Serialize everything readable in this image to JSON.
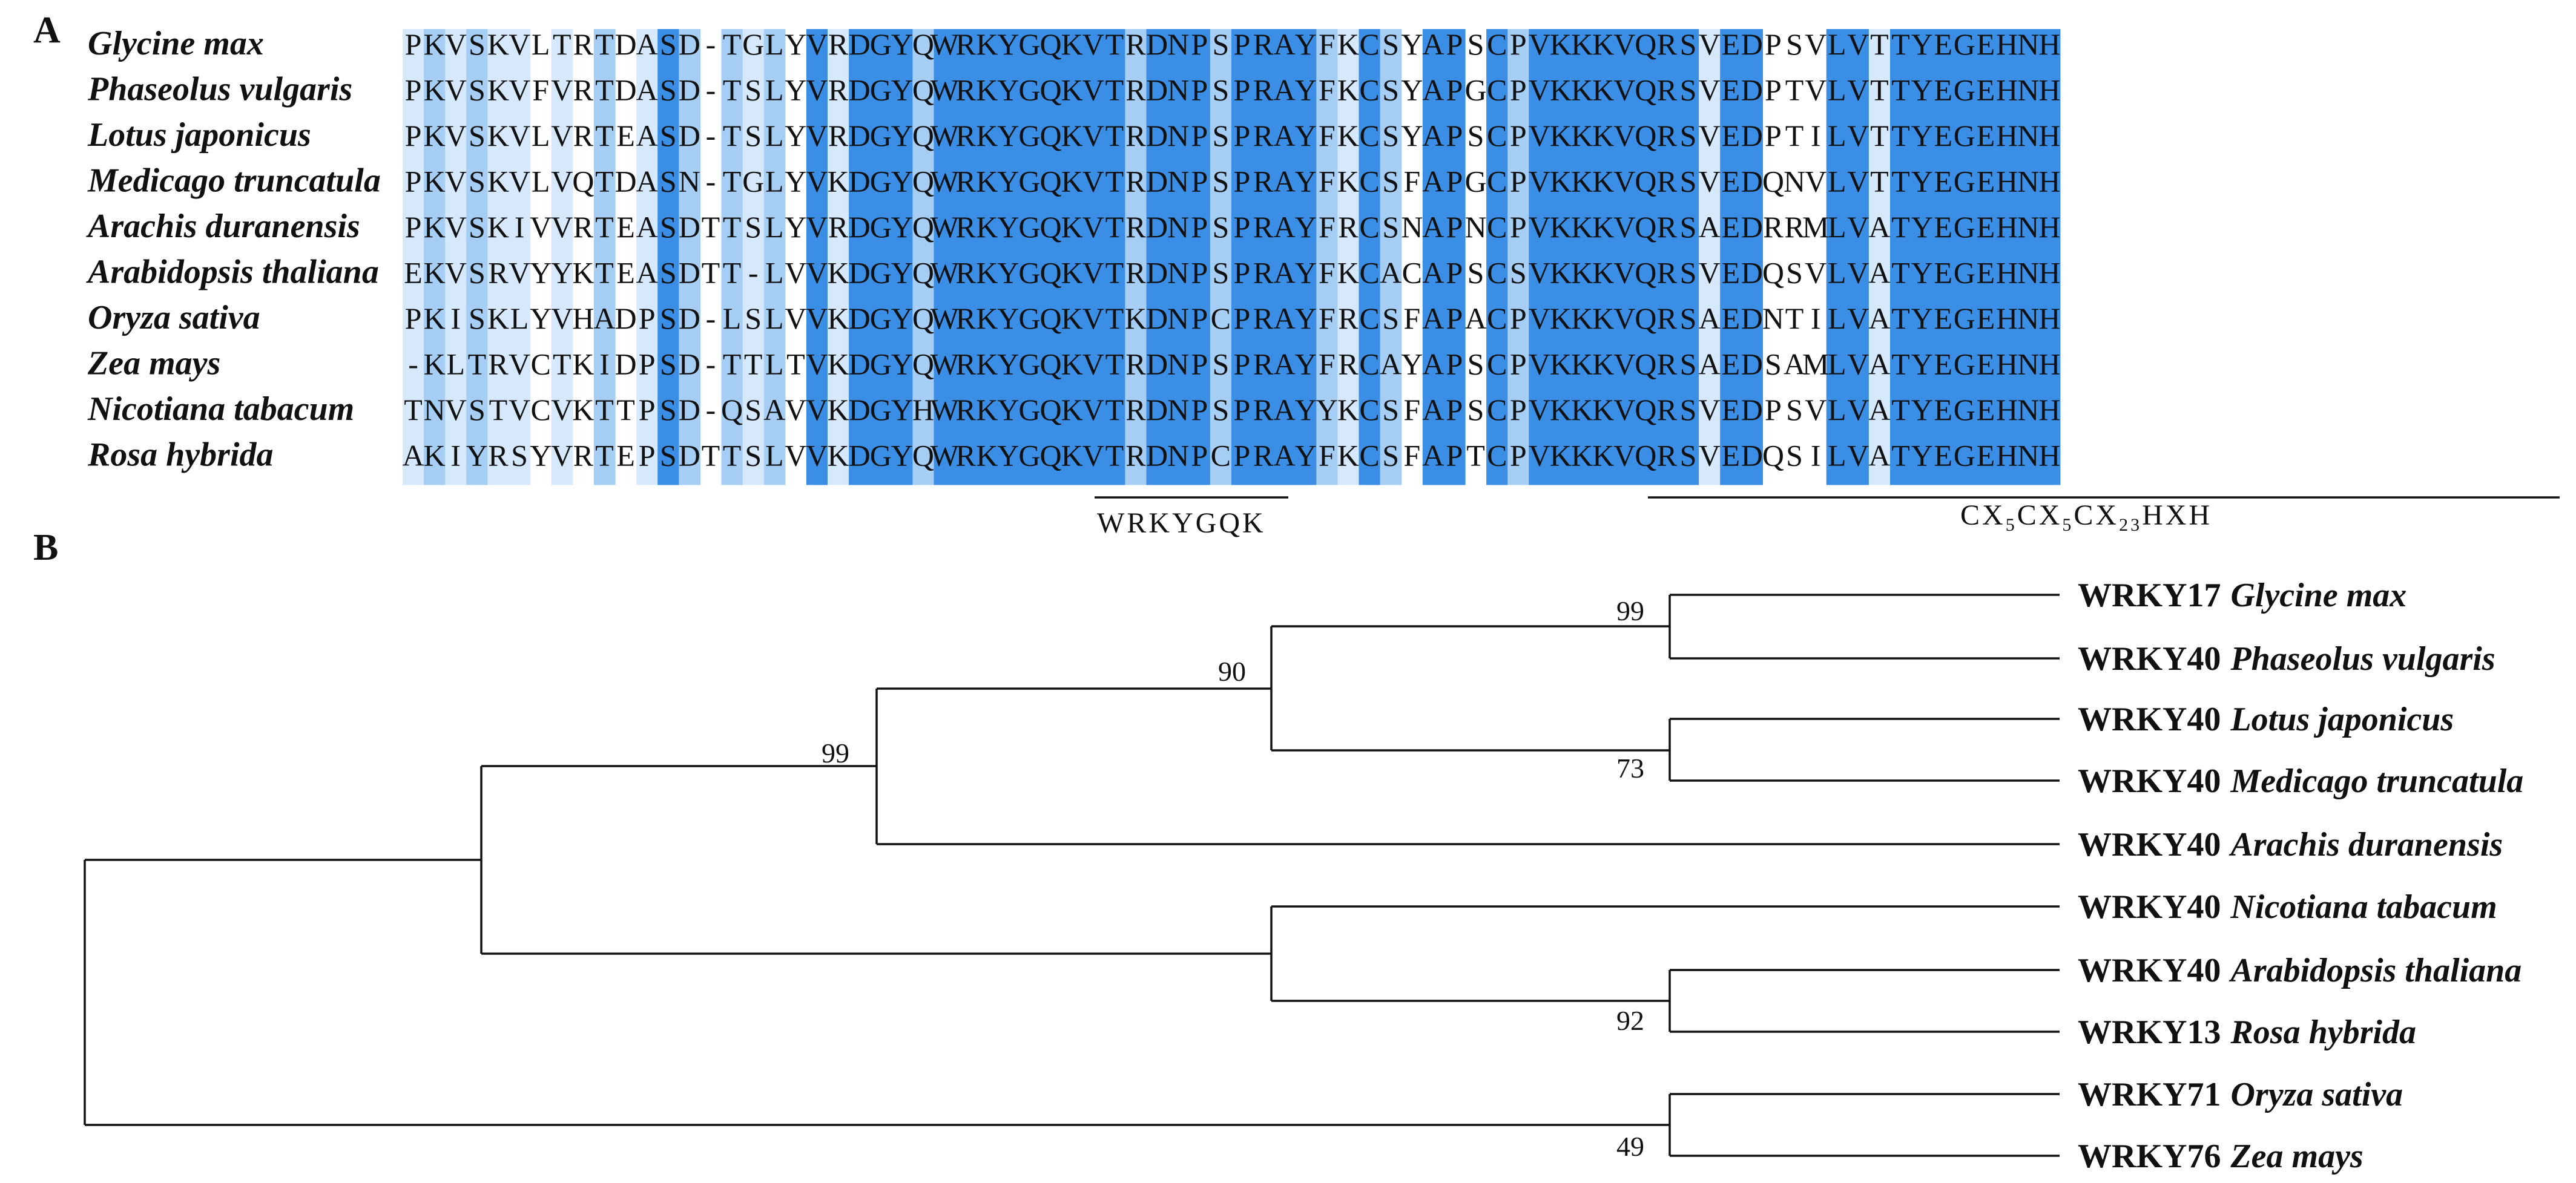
{
  "panels": {
    "a": "A",
    "b": "B"
  },
  "colors": {
    "full": "#3a8ee6",
    "mid": "#a6cdf4",
    "light": "#d6e8fb"
  },
  "alignment": {
    "species": [
      "Glycine max",
      "Phaseolus vulgaris",
      "Lotus japonicus",
      "Medicago truncatula",
      "Arachis duranensis",
      "Arabidopsis thaliana",
      "Oryza sativa",
      "Zea mays",
      "Nicotiana tabacum",
      "Rosa hybrida"
    ],
    "sequences": [
      "PKVSKVLTRTDASD-TGLYVRDGYQWRKYGQKVTRDNPSPRAYFKCSYAPSCPVKKKVQRSVEDPSVLVTTYEGEHNH",
      "PKVSKVFVRTDASD-TSLYVRDGYQWRKYGQKVTRDNPSPRAYFKCSYAPGCPVKKKVQRSVEDPTVLVTTYEGEHNH",
      "PKVSKVLVRTEASD-TSLYVRDGYQWRKYGQKVTRDNPSPRAYFKCSYAPSCPVKKKVQRSVEDPTILVTTYEGEHNH",
      "PKVSKVLVQTDASN-TGLYVKDGYQWRKYGQKVTRDNPSPRAYFKCSFAPGCPVKKKVQRSVEDQNVLVTTYEGEHNH",
      "PKVSKIVVRTEASDTTSLYVRDGYQWRKYGQKVTRDNPSPRAYFRCSNAPNCPVKKKVQRSAEDRRMLVATYEGEHNH",
      "EKVSRVYYKTEASDTT-LVVKDGYQWRKYGQKVTRDNPSPRAYFKCACAPSCSVKKKVQRSVEDQSVLVATYEGEHNH",
      "PKISKLYVHADPSD-LSLVVKDGYQWRKYGQKVTKDNPCPRAYFRCSFAPACPVKKKVQRSAEDNTILVATYEGEHNH",
      "-KLTRVCTKIDPSD-TTLTVKDGYQWRKYGQKVTRDNPSPRAYFRCAYAPSCPVKKKVQRSAEDSAMLVATYEGEHNH",
      "TNVSTVCVKTTPSD-QSAVVKDGYHWRKYGQKVTRDNPSPRAYYKCSFAPSCPVKKKVQRSVEDPSVLVATYEGEHNH",
      "AKIYRSYVRTEPSDTTSLVVKDGYQWRKYGQKVTRDNPCPRAYFKCSFAPTCPVKKKVQRSVEDQSILVATYEGEHNH"
    ],
    "motif1": "WRKYGQK",
    "motif2": {
      "p1": "CX",
      "s1": "5",
      "p2": "CX",
      "s2": "5",
      "p3": "CX",
      "s3": "23",
      "p4": "HXH"
    }
  },
  "tree": {
    "leaves": [
      {
        "gene": "WRKY17",
        "species": "Glycine max"
      },
      {
        "gene": "WRKY40",
        "species": "Phaseolus vulgaris"
      },
      {
        "gene": "WRKY40",
        "species": "Lotus japonicus"
      },
      {
        "gene": "WRKY40",
        "species": "Medicago truncatula"
      },
      {
        "gene": "WRKY40",
        "species": "Arachis duranensis"
      },
      {
        "gene": "WRKY40",
        "species": "Nicotiana tabacum"
      },
      {
        "gene": "WRKY40",
        "species": "Arabidopsis thaliana"
      },
      {
        "gene": "WRKY13",
        "species": "Rosa hybrida"
      },
      {
        "gene": "WRKY71",
        "species": "Oryza sativa"
      },
      {
        "gene": "WRKY76",
        "species": "Zea mays"
      }
    ],
    "bootstraps": {
      "glycine_phaseolus": "99",
      "legume_pairs": "90",
      "legumes": "99",
      "lotus_medicago": "73",
      "arabidopsis_rosa": "92",
      "monocots": "49"
    }
  }
}
